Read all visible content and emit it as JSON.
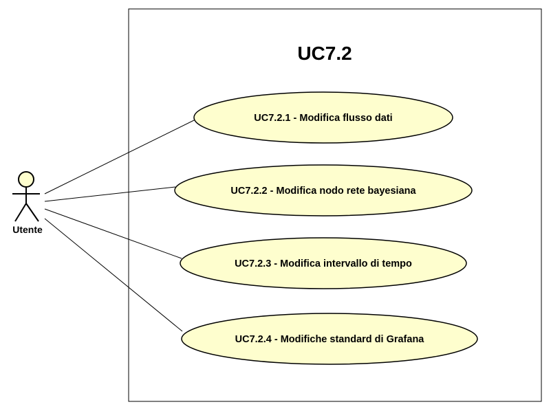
{
  "system": {
    "title": "UC7.2"
  },
  "actor": {
    "name": "Utente"
  },
  "use_cases": [
    {
      "label": "UC7.2.1 - Modifica flusso dati"
    },
    {
      "label": "UC7.2.2 - Modifica nodo rete bayesiana"
    },
    {
      "label": "UC7.2.3 - Modifica intervallo di tempo"
    },
    {
      "label": "UC7.2.4 - Modifiche standard di Grafana"
    }
  ],
  "colors": {
    "use_case_fill": "#FEFECE",
    "use_case_stroke": "#000000",
    "actor_fill": "#FEFECE",
    "line": "#000000",
    "background": "#FFFFFF"
  }
}
